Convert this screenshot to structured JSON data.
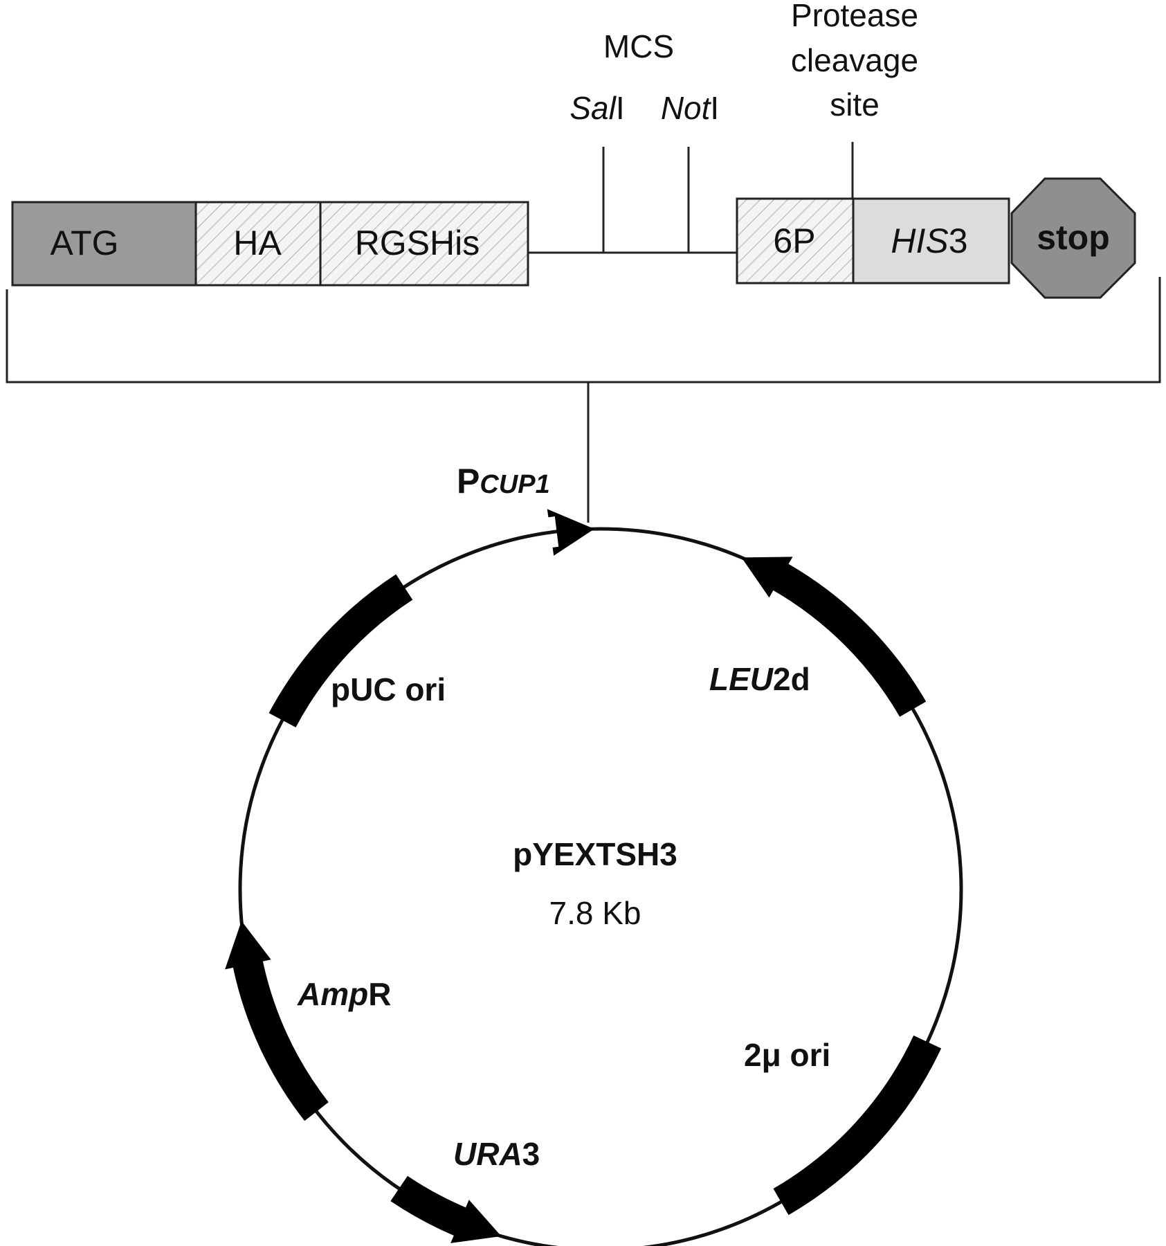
{
  "cassette": {
    "atg": "ATG",
    "ha": "HA",
    "rgshis": "RGSHis",
    "six_p": "6P",
    "his3_italic": "HIS",
    "his3_num": "3",
    "stop": "stop"
  },
  "labels": {
    "mcs": "MCS",
    "sal_italic": "Sal",
    "sal_suffix": "I",
    "not_italic": "Not",
    "not_suffix": "I",
    "protease_line1": "Protease",
    "protease_line2": "cleavage",
    "protease_line3": "site"
  },
  "plasmid": {
    "name": "pYEXTSH3",
    "size": "7.8 Kb",
    "promoter_p": "P",
    "promoter_sub": "CUP1",
    "features": {
      "puc_ori": "pUC ori",
      "leu_italic": "LEU",
      "leu_suffix": "2d",
      "amp_italic": "Amp",
      "amp_suffix": "R",
      "two_mu_ori": "2μ ori",
      "ura_italic": "URA",
      "ura_suffix": "3"
    }
  },
  "colors": {
    "atg_fill": "#9a9a9a",
    "hatched_fill": "#f2f2f2",
    "his3_fill": "#dcdcdc",
    "stop_fill": "#8f8f8f",
    "feature_fill": "#000000"
  }
}
